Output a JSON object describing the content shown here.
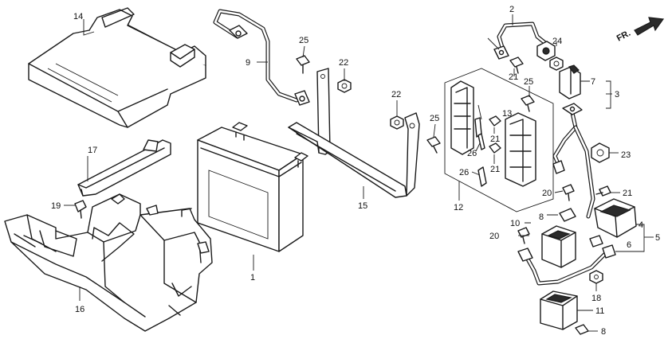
{
  "direction_label": "FR.",
  "callouts": {
    "c1": "1",
    "c2": "2",
    "c3": "3",
    "c4": "4",
    "c5": "5",
    "c6": "6",
    "c7": "7",
    "c8a": "8",
    "c8b": "8",
    "c9": "9",
    "c10": "10",
    "c11": "11",
    "c12": "12",
    "c13": "13",
    "c14": "14",
    "c15": "15",
    "c16": "16",
    "c17": "17",
    "c18": "18",
    "c19": "19",
    "c20a": "20",
    "c20b": "20",
    "c21a": "21",
    "c21b": "21",
    "c21c": "21",
    "c21d": "21",
    "c22a": "22",
    "c22b": "22",
    "c23": "23",
    "c24": "24",
    "c25a": "25",
    "c25b": "25",
    "c25c": "25",
    "c26a": "26",
    "c26b": "26"
  }
}
